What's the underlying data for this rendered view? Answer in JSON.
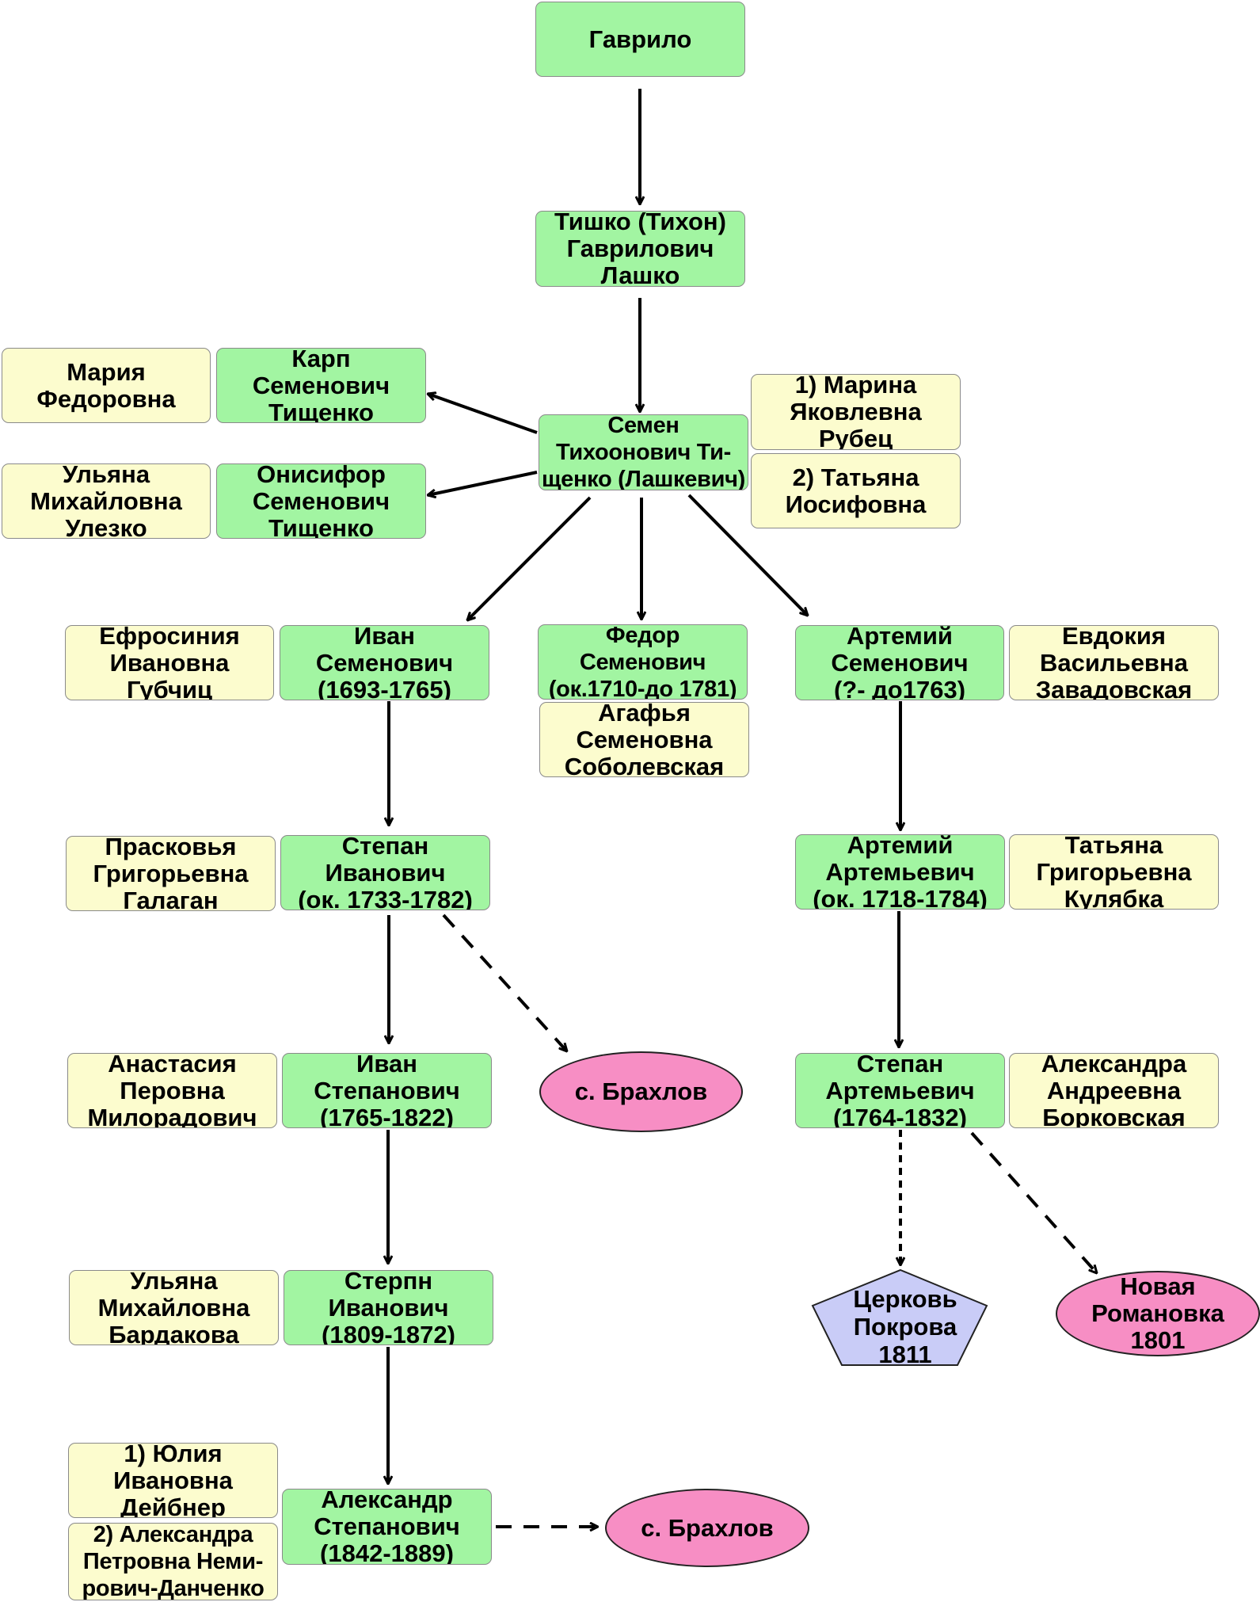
{
  "diagram": {
    "nodes": {
      "gavrilo": [
        "Гаврило"
      ],
      "tishko": [
        "Тишко (Тихон)",
        "Гаврилович",
        "Лашко"
      ],
      "semen": [
        "Семен",
        "Тихоонович Ти-",
        "щенко (Лашкевич)"
      ],
      "maria_fedorovna": [
        "Мария",
        "Федоровна"
      ],
      "karp": [
        "Карп",
        "Семенович",
        "Тищенко"
      ],
      "ulyana_ulezko": [
        "Ульяна",
        "Михайловна",
        "Улезко"
      ],
      "onisifor": [
        "Онисифор",
        "Семенович",
        "Тищенко"
      ],
      "marina_rubets": [
        "1) Марина",
        "Яковлевна",
        "Рубец"
      ],
      "tatyana_iosifovna": [
        "2) Татьяна",
        "Иосифовна"
      ],
      "efrosiniya": [
        "Ефросиния",
        "Ивановна",
        "Губчиц"
      ],
      "ivan_1693": [
        "Иван",
        "Семенович",
        "(1693-1765)"
      ],
      "fedor": [
        "Федор",
        "Семенович",
        "(ок.1710-до 1781)"
      ],
      "agafya": [
        "Агафья",
        "Семеновна",
        "Соболевская"
      ],
      "artemiy_s": [
        "Артемий",
        "Семенович",
        "(?- до1763)"
      ],
      "evdokiya": [
        "Евдокия",
        "Васильевна",
        "Завадовская"
      ],
      "praskovya": [
        "Прасковья",
        "Григорьевна",
        "Галаган"
      ],
      "stepan_1733": [
        "Степан",
        "Иванович",
        "(ок. 1733-1782)"
      ],
      "artemiy_a": [
        "Артемий",
        "Артемьевич",
        "(ок. 1718-1784)"
      ],
      "tatyana_kulyabka": [
        "Татьяна",
        "Григорьевна",
        "Кулябка"
      ],
      "anastasiya": [
        "Анастасия",
        "Перовна",
        "Милорадович"
      ],
      "ivan_1765": [
        "Иван",
        "Степанович",
        "(1765-1822)"
      ],
      "brahlov1": [
        "с. Брахлов"
      ],
      "stepan_1764": [
        "Степан",
        "Артемьевич",
        "(1764-1832)"
      ],
      "aleksandra_borkovskaya": [
        "Александра",
        "Андреевна",
        "Борковская"
      ],
      "ulyana_bardakova": [
        "Ульяна",
        "Михайловна",
        "Бардакова"
      ],
      "sterpn": [
        "Стерпн",
        "Иванович",
        "(1809-1872)"
      ],
      "church": [
        "Церковь",
        "Покрова",
        "1811"
      ],
      "novaya_romanovka": [
        "Новая",
        "Романовка",
        "1801"
      ],
      "yuliya": [
        "1) Юлия",
        "Ивановна",
        "Дейбнер"
      ],
      "aleksandra_nemirovich": [
        "2) Александра",
        "Петровна Неми-",
        "рович-Данченко"
      ],
      "aleksandr": [
        "Александр",
        "Степанович",
        "(1842-1889)"
      ],
      "brahlov2": [
        "с. Брахлов"
      ]
    }
  },
  "colors": {
    "person": "#a2f5a2",
    "spouse": "#fcfcce",
    "place": "#f78ec4",
    "church": "#c9ccf7"
  }
}
